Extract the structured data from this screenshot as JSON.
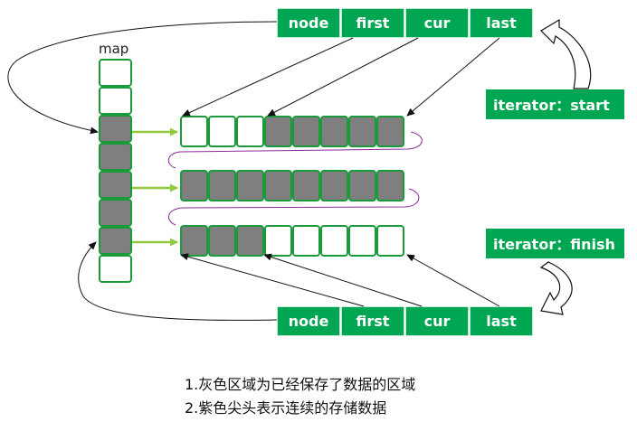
{
  "map": {
    "label": "map",
    "cells": [
      "empty",
      "empty",
      "used",
      "used",
      "used",
      "used",
      "used",
      "empty"
    ]
  },
  "iterator_start": {
    "label": "iterator：start",
    "fields": [
      "node",
      "first",
      "cur",
      "last"
    ]
  },
  "iterator_finish": {
    "label": "iterator：finish",
    "fields": [
      "node",
      "first",
      "cur",
      "last"
    ]
  },
  "buffers": [
    {
      "cells": [
        "empty",
        "empty",
        "empty",
        "used",
        "used",
        "used",
        "used",
        "used"
      ]
    },
    {
      "cells": [
        "used",
        "used",
        "used",
        "used",
        "used",
        "used",
        "used",
        "used"
      ]
    },
    {
      "cells": [
        "used",
        "used",
        "used",
        "empty",
        "empty",
        "empty",
        "empty",
        "empty"
      ]
    }
  ],
  "notes": [
    "1.灰色区域为已经保存了数据的区域",
    "2.紫色尖头表示连续的存储数据"
  ],
  "colors": {
    "green": "#00a651",
    "green_border": "#1a9a3a",
    "gray": "#7f7f7f",
    "light_green": "#92c83e",
    "purple": "#8c2a9c"
  }
}
